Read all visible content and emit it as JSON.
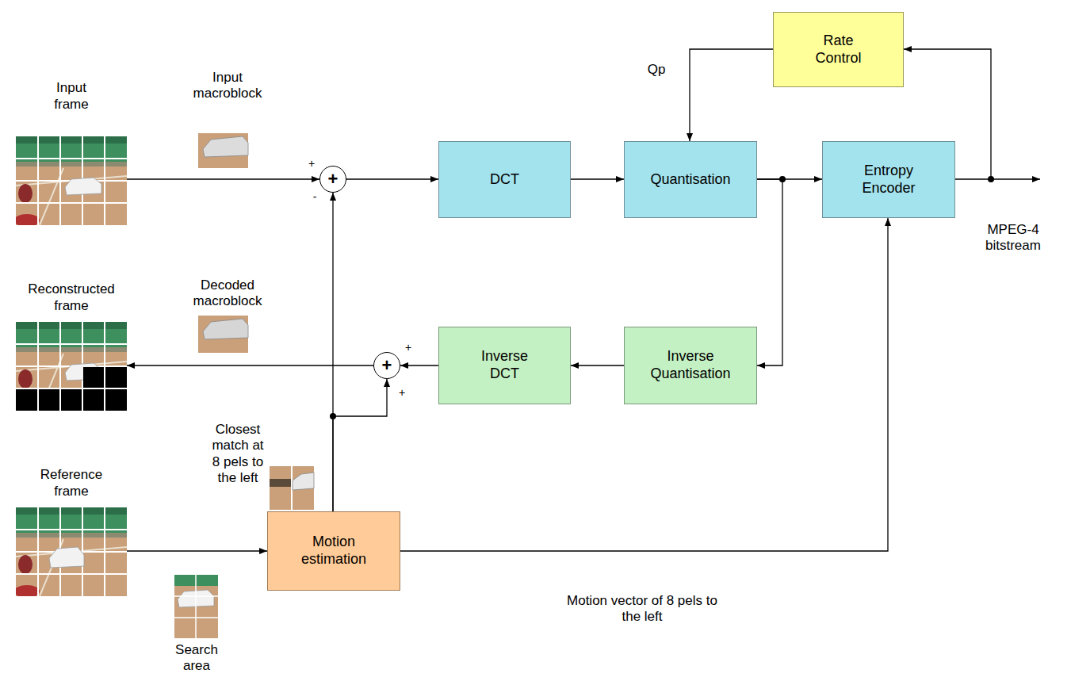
{
  "diagram": {
    "nodes": [
      {
        "text": [
          "Rate Control"
        ]
      },
      {
        "text": [
          "Input frame"
        ]
      },
      {
        "text": [
          "+"
        ]
      },
      {
        "text": [
          "DCT"
        ]
      },
      {
        "text": [
          "Quantisation"
        ]
      },
      {
        "text": [
          "Entropy Encoder"
        ]
      },
      {
        "text": [
          "Reconstructed frame"
        ]
      },
      {
        "text": [
          "+"
        ]
      },
      {
        "text": [
          "Inverse DCT"
        ]
      },
      {
        "text": [
          "Inverse Quantisation"
        ]
      },
      {
        "text": [
          "Reference frame"
        ]
      },
      {
        "text": [
          "Motion estimation"
        ]
      }
    ],
    "edges": [
      {
        "from": 1,
        "to": 2,
        "arrow": "to"
      },
      {
        "from": 2,
        "to": 3,
        "arrow": "to"
      },
      {
        "from": 3,
        "to": 4,
        "arrow": "to"
      },
      {
        "from": 4,
        "to": 5,
        "arrow": "to"
      },
      {
        "from": 4,
        "to": 9,
        "arrow": "to"
      },
      {
        "from": 9,
        "to": 8,
        "arrow": "to"
      },
      {
        "from": 8,
        "to": 7,
        "arrow": "to"
      },
      {
        "from": 7,
        "to": 6,
        "arrow": "to"
      },
      {
        "from": 11,
        "to": 2,
        "arrow": "to"
      },
      {
        "from": 11,
        "to": 7,
        "arrow": "to"
      },
      {
        "from": 10,
        "to": 11,
        "arrow": "to"
      },
      {
        "from": 11,
        "to": 5,
        "label": "Motion vector of 8 pels to the left",
        "arrow": "to"
      },
      {
        "from": 5,
        "to": 0,
        "arrow": "to"
      },
      {
        "from": 0,
        "to": 4,
        "label": "Qp",
        "arrow": "to"
      }
    ],
    "labels": [
      "+",
      "-",
      "+",
      "+",
      "Input macroblock",
      "Decoded macroblock",
      "Closest match at 8 pels to the left",
      "Search area",
      "MPEG-4 bitstream"
    ]
  }
}
